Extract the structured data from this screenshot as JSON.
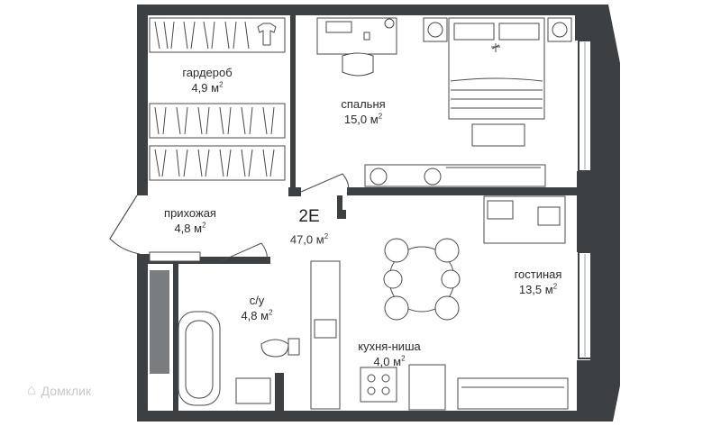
{
  "rooms": [
    {
      "id": "wardrobe",
      "name": "гардероб",
      "area": "4,9 м",
      "unit_sup": "2"
    },
    {
      "id": "bedroom",
      "name": "спальня",
      "area": "15,0 м",
      "unit_sup": "2"
    },
    {
      "id": "hallway",
      "name": "прихожая",
      "area": "4,8 м",
      "unit_sup": "2"
    },
    {
      "id": "bathroom",
      "name": "с/у",
      "area": "4,8 м",
      "unit_sup": "2"
    },
    {
      "id": "kitchen",
      "name": "кухня-ниша",
      "area": "4,0 м",
      "unit_sup": "2"
    },
    {
      "id": "living",
      "name": "гостиная",
      "area": "13,5 м",
      "unit_sup": "2"
    }
  ],
  "apartment": {
    "code": "2E",
    "total_area": "47,0 м",
    "unit_sup": "2"
  },
  "watermark": "Домклик",
  "colors": {
    "wall": "#3d4043",
    "wall_light": "#7a7d80",
    "window": "#dfe7ea",
    "line": "#4a4a4a",
    "accent": "#e6e6e6"
  }
}
